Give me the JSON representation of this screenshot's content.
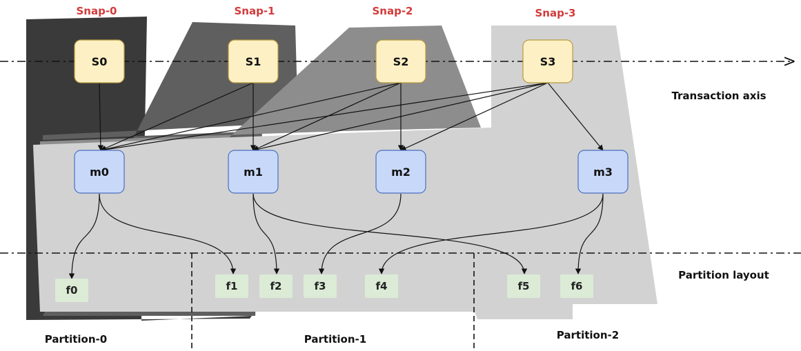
{
  "snapshots": [
    {
      "title": "Snap-0",
      "label": "S0"
    },
    {
      "title": "Snap-1",
      "label": "S1"
    },
    {
      "title": "Snap-2",
      "label": "S2"
    },
    {
      "title": "Snap-3",
      "label": "S3"
    }
  ],
  "manifests": [
    {
      "label": "m0"
    },
    {
      "label": "m1"
    },
    {
      "label": "m2"
    },
    {
      "label": "m3"
    }
  ],
  "files": [
    {
      "label": "f0"
    },
    {
      "label": "f1"
    },
    {
      "label": "f2"
    },
    {
      "label": "f3"
    },
    {
      "label": "f4"
    },
    {
      "label": "f5"
    },
    {
      "label": "f6"
    }
  ],
  "axes": {
    "transaction": "Transaction axis",
    "partition": "Partition layout"
  },
  "partitions": [
    {
      "label": "Partition-0"
    },
    {
      "label": "Partition-1"
    },
    {
      "label": "Partition-2"
    }
  ],
  "snapshot_edges": [
    [
      "S0",
      "m0"
    ],
    [
      "S1",
      "m0"
    ],
    [
      "S1",
      "m1"
    ],
    [
      "S2",
      "m0"
    ],
    [
      "S2",
      "m1"
    ],
    [
      "S2",
      "m2"
    ],
    [
      "S3",
      "m0"
    ],
    [
      "S3",
      "m1"
    ],
    [
      "S3",
      "m2"
    ],
    [
      "S3",
      "m3"
    ]
  ],
  "manifest_edges": [
    [
      "m0",
      "f0"
    ],
    [
      "m0",
      "f1"
    ],
    [
      "m1",
      "f2"
    ],
    [
      "m1",
      "f5"
    ],
    [
      "m2",
      "f3"
    ],
    [
      "m3",
      "f4"
    ],
    [
      "m3",
      "f6"
    ]
  ],
  "colors": {
    "snap0": "#3a3a3a",
    "snap1": "#5f5f5f",
    "snap2": "#8d8d8d",
    "snap3": "#d2d2d2",
    "snapshot_node": "#fdf0c4",
    "manifest_node": "#c8d8f8",
    "file_node": "#dcebd6",
    "title_red": "#d23b3b"
  }
}
